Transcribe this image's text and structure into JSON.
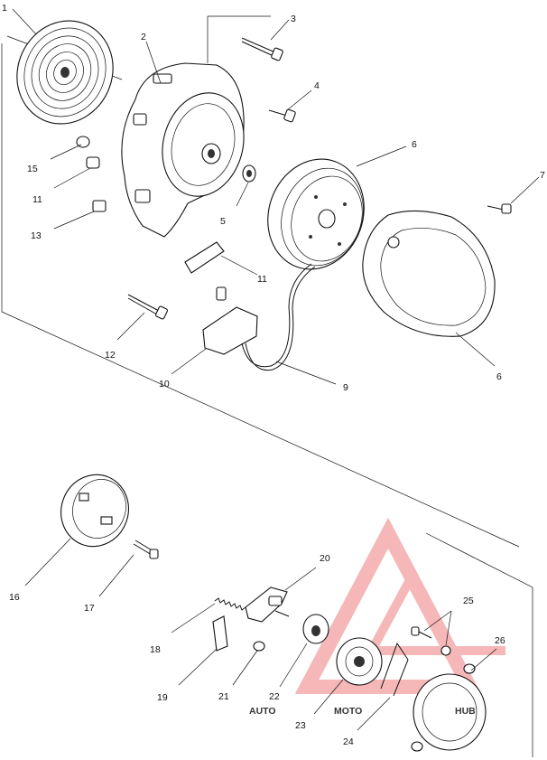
{
  "callouts": [
    {
      "id": "c1",
      "label": "1"
    },
    {
      "id": "c2",
      "label": "2"
    },
    {
      "id": "c3",
      "label": "3"
    },
    {
      "id": "c4",
      "label": "4"
    },
    {
      "id": "c5",
      "label": "5"
    },
    {
      "id": "c6a",
      "label": "6"
    },
    {
      "id": "c6b",
      "label": "6"
    },
    {
      "id": "c7",
      "label": "7"
    },
    {
      "id": "c9",
      "label": "9"
    },
    {
      "id": "c10",
      "label": "10"
    },
    {
      "id": "c11a",
      "label": "11"
    },
    {
      "id": "c11b",
      "label": "11"
    },
    {
      "id": "c12",
      "label": "12"
    },
    {
      "id": "c13",
      "label": "13"
    },
    {
      "id": "c15",
      "label": "15"
    },
    {
      "id": "c16",
      "label": "16"
    },
    {
      "id": "c17",
      "label": "17"
    },
    {
      "id": "c18",
      "label": "18"
    },
    {
      "id": "c19",
      "label": "19"
    },
    {
      "id": "c20",
      "label": "20"
    },
    {
      "id": "c21",
      "label": "21"
    },
    {
      "id": "c22",
      "label": "22"
    },
    {
      "id": "c23",
      "label": "23"
    },
    {
      "id": "c24",
      "label": "24"
    },
    {
      "id": "c25",
      "label": "25"
    },
    {
      "id": "c26",
      "label": "26"
    }
  ],
  "watermark": {
    "part1": "AUTO",
    "part2": "MOTO",
    "part3": "HUB",
    "color_primary": "#f2a0a0",
    "color_accent": "#f0c080",
    "color_dark": "#888888"
  }
}
